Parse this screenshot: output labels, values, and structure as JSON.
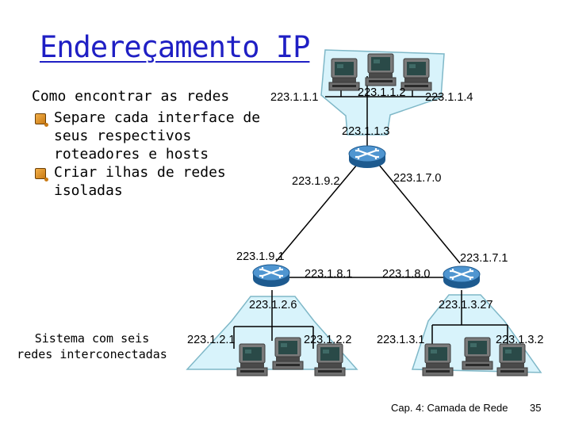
{
  "title": "Endereçamento IP",
  "lead": "Como encontrar as redes",
  "bullets": [
    "Separe cada interface de seus respectivos roteadores e hosts",
    "Criar ilhas de redes isoladas"
  ],
  "side_caption": "Sistema com seis redes interconectadas",
  "ip_labels": {
    "n111": "223.1.1.1",
    "n112": "223.1.1.2",
    "n114": "223.1.1.4",
    "n113": "223.1.1.3",
    "n192": "223.1.9.2",
    "n170": "223.1.7.0",
    "n191": "223.1.9.1",
    "n181": "223.1.8.1",
    "n180": "223.1.8.0",
    "n171": "223.1.7.1",
    "n126": "223.1.2.6",
    "n1327": "223.1.3.27",
    "n121": "223.1.2.1",
    "n122": "223.1.2.2",
    "n131": "223.1.3.1",
    "n132": "223.1.3.2"
  },
  "footer": "Cap. 4: Camada de Rede",
  "page_number": "35",
  "colors": {
    "title": "#1f1fc4",
    "network_fill": "#d8f3fb",
    "network_stroke": "#7fb8c8",
    "router": "#2e79b8",
    "host_monitor": "#6f6f6f",
    "host_screen": "#2a4a48"
  },
  "icons": [
    "router-icon",
    "computer-icon",
    "bullet-icon"
  ]
}
